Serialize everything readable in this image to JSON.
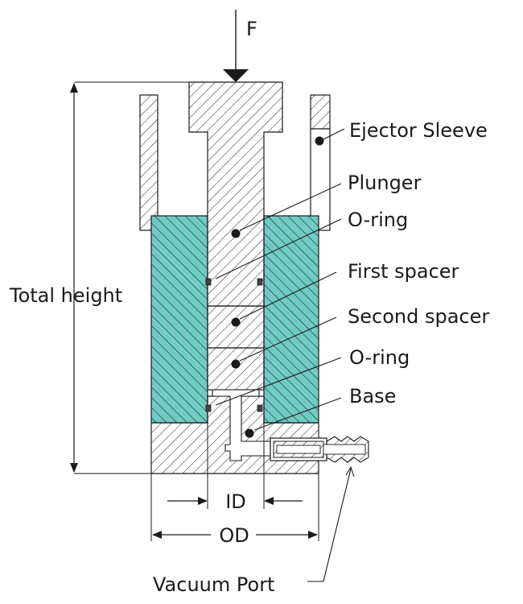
{
  "labels": {
    "force": "F",
    "ejector_sleeve": "Ejector Sleeve",
    "plunger": "Plunger",
    "oring_top": "O-ring",
    "first_spacer": "First spacer",
    "second_spacer": "Second spacer",
    "oring_bottom": "O-ring",
    "base": "Base",
    "total_height": "Total height",
    "id": "ID",
    "od": "OD",
    "vacuum_port": "Vacuum Port"
  },
  "colors": {
    "die_fill": "#6fcbc4",
    "line": "#1a1a1a",
    "background": "#ffffff"
  }
}
